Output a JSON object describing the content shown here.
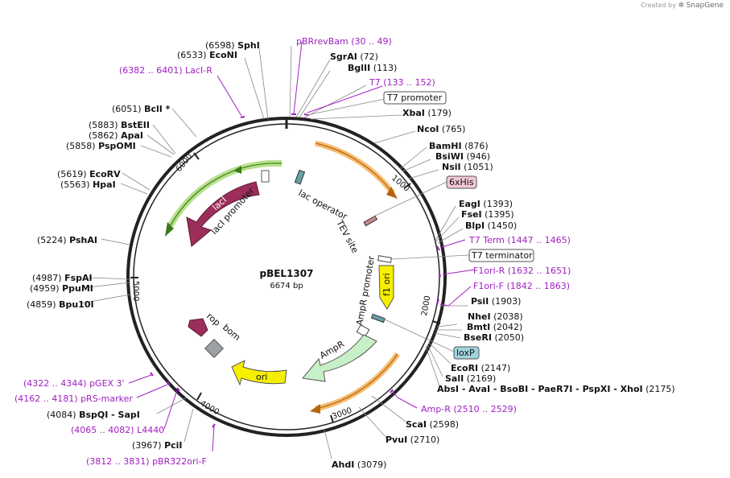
{
  "brand": {
    "created_by": "Created by",
    "name": "SnapGene"
  },
  "plasmid": {
    "name": "pBEL1307",
    "size_label": "6674 bp"
  },
  "ticks": [
    "1000",
    "2000",
    "3000",
    "4000",
    "5000",
    "6000"
  ],
  "sites": [
    {
      "pos": "(6598)",
      "name": "SphI"
    },
    {
      "pos": "(6533)",
      "name": "EcoNI"
    },
    {
      "pos": "(72)",
      "name": "SgrAI"
    },
    {
      "pos": "(113)",
      "name": "BglII"
    },
    {
      "pos": "(179)",
      "name": "XbaI"
    },
    {
      "pos": "(765)",
      "name": "NcoI"
    },
    {
      "pos": "(876)",
      "name": "BamHI"
    },
    {
      "pos": "(946)",
      "name": "BsiWI"
    },
    {
      "pos": "(1051)",
      "name": "NsiI"
    },
    {
      "pos": "(1393)",
      "name": "EagI"
    },
    {
      "pos": "(1395)",
      "name": "FseI"
    },
    {
      "pos": "(1450)",
      "name": "BlpI"
    },
    {
      "pos": "(1903)",
      "name": "PsiI"
    },
    {
      "pos": "(2038)",
      "name": "NheI"
    },
    {
      "pos": "(2042)",
      "name": "BmtI"
    },
    {
      "pos": "(2050)",
      "name": "BseRI"
    },
    {
      "pos": "(2147)",
      "name": "EcoRI"
    },
    {
      "pos": "(2169)",
      "name": "SalI"
    },
    {
      "pos": "(2175)",
      "name": "AbsI - AvaI - BsoBI - PaeR7I - PspXI - XhoI"
    },
    {
      "pos": "(2598)",
      "name": "ScaI"
    },
    {
      "pos": "(2710)",
      "name": "PvuI"
    },
    {
      "pos": "(3079)",
      "name": "AhdI"
    },
    {
      "pos": "(3967)",
      "name": "PciI"
    },
    {
      "pos": "(4084)",
      "name": "BspQI - SapI"
    },
    {
      "pos": "(4859)",
      "name": "Bpu10I"
    },
    {
      "pos": "(4959)",
      "name": "PpuMI"
    },
    {
      "pos": "(4987)",
      "name": "FspAI"
    },
    {
      "pos": "(5224)",
      "name": "PshAI"
    },
    {
      "pos": "(5563)",
      "name": "HpaI"
    },
    {
      "pos": "(5619)",
      "name": "EcoRV"
    },
    {
      "pos": "(5858)",
      "name": "PspOMI"
    },
    {
      "pos": "(5862)",
      "name": "ApaI"
    },
    {
      "pos": "(5883)",
      "name": "BstEII"
    },
    {
      "pos": "(6051)",
      "name": "BclI *"
    }
  ],
  "primers": [
    {
      "name": "pBRrevBam",
      "range": "(30 .. 49)"
    },
    {
      "name": "T7",
      "range": "(133 .. 152)"
    },
    {
      "name": "T7 Term",
      "range": "(1447 .. 1465)"
    },
    {
      "name": "F1ori-R",
      "range": "(1632 .. 1651)"
    },
    {
      "name": "F1ori-F",
      "range": "(1842 .. 1863)"
    },
    {
      "name": "Amp-R",
      "range": "(2510 .. 2529)"
    },
    {
      "name": "pBR322ori-F",
      "range": "(3812 .. 3831)"
    },
    {
      "name": "L4440",
      "range": "(4065 .. 4082)"
    },
    {
      "name": "pRS-marker",
      "range": "(4162 .. 4181)"
    },
    {
      "name": "pGEX 3'",
      "range": "(4322 .. 4344)"
    },
    {
      "name": "LacI-R",
      "range": "(6382 .. 6401)"
    }
  ],
  "boxed_labels": {
    "t7_promoter": "T7 promoter",
    "t7_terminator": "T7 terminator",
    "his": "6xHis",
    "loxp": "loxP"
  },
  "features": {
    "lac_operator": "lac operator",
    "tev_site": "TEV site",
    "ampr_promoter": "AmpR promoter",
    "f1_ori": "f1 ori",
    "ampr": "AmpR",
    "ori": "ori",
    "bom": "bom",
    "rop": "rop",
    "laci": "lacI",
    "laci_promoter": "lacI promoter"
  },
  "colors": {
    "backbone": "#222222",
    "primer": "#a020c0",
    "cds_orange": "#f3a640",
    "laci": "#9b2e5a",
    "lacI_promoter_green": "#7cc23c",
    "ori_yellow": "#f7ef00",
    "ampr": "#c8f0c8",
    "his_fill": "#f3c7d8",
    "loxp_fill": "#9fd4dd",
    "lac_operator": "#6aa0a8",
    "bom": "#9aa0a6"
  }
}
